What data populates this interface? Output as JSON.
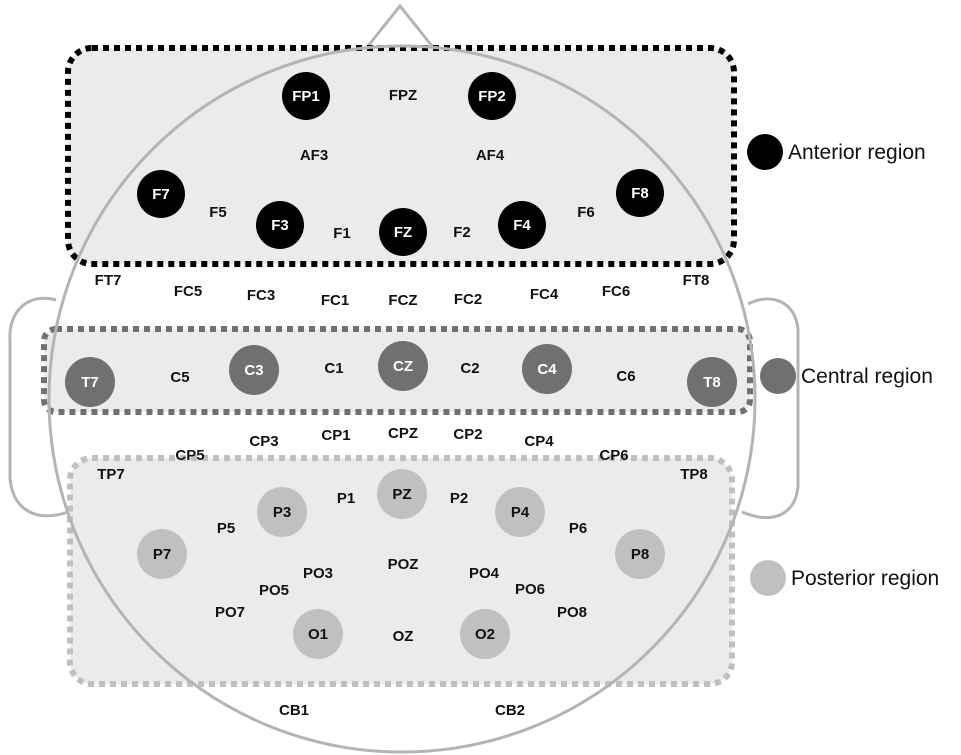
{
  "colors": {
    "anterior": "#000000",
    "central": "#707070",
    "posterior": "#c0c0c0",
    "region_fill": "#ebebeb",
    "outline": "#b4b4b4"
  },
  "regions": [
    {
      "id": "anterior",
      "name": "Anterior region"
    },
    {
      "id": "central",
      "name": "Central region"
    },
    {
      "id": "posterior",
      "name": "Posterior region"
    }
  ],
  "highlighted_electrodes": {
    "anterior": [
      "FP1",
      "FP2",
      "F7",
      "F3",
      "FZ",
      "F4",
      "F8"
    ],
    "central": [
      "T7",
      "C3",
      "CZ",
      "C4",
      "T8"
    ],
    "posterior": [
      "P3",
      "PZ",
      "P4",
      "P7",
      "P8",
      "O1",
      "O2"
    ]
  },
  "other_electrodes": [
    "FPZ",
    "AF3",
    "AF4",
    "F5",
    "F1",
    "F2",
    "F6",
    "FT7",
    "FC5",
    "FC3",
    "FC1",
    "FCZ",
    "FC2",
    "FC4",
    "FC6",
    "FT8",
    "C5",
    "C1",
    "C2",
    "C6",
    "CP3",
    "CP1",
    "CPZ",
    "CP2",
    "CP4",
    "CP5",
    "CP6",
    "TP7",
    "TP8",
    "P1",
    "P2",
    "P5",
    "P6",
    "PO3",
    "POZ",
    "PO4",
    "PO5",
    "PO6",
    "PO7",
    "PO8",
    "OZ",
    "CB1",
    "CB2"
  ]
}
